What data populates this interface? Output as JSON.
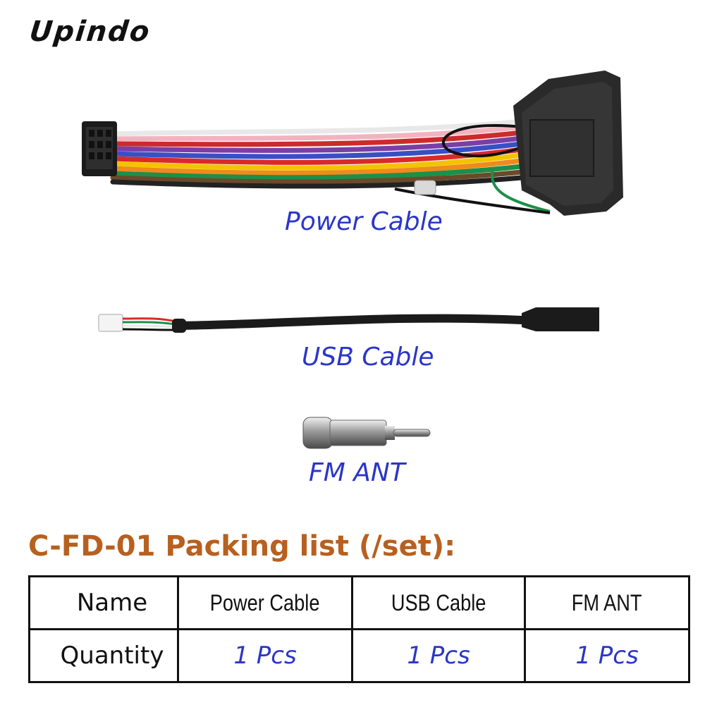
{
  "brand": {
    "name": "Upindo"
  },
  "items": [
    {
      "caption": "Power Cable",
      "icon": "power-harness-icon"
    },
    {
      "caption": "USB Cable",
      "icon": "usb-cable-icon"
    },
    {
      "caption": "FM ANT",
      "icon": "fm-antenna-adapter-icon"
    }
  ],
  "packing_list": {
    "title": "C-FD-01 Packing list (/set):",
    "rows": [
      {
        "label": "Name",
        "cells": [
          "Power Cable",
          "USB Cable",
          "FM ANT"
        ]
      },
      {
        "label": "Quantity",
        "cells": [
          "1 Pcs",
          "1 Pcs",
          "1 Pcs"
        ]
      }
    ]
  },
  "colors": {
    "caption": "#2b36c8",
    "title": "#b8601f",
    "text": "#111111",
    "background": "#ffffff"
  }
}
